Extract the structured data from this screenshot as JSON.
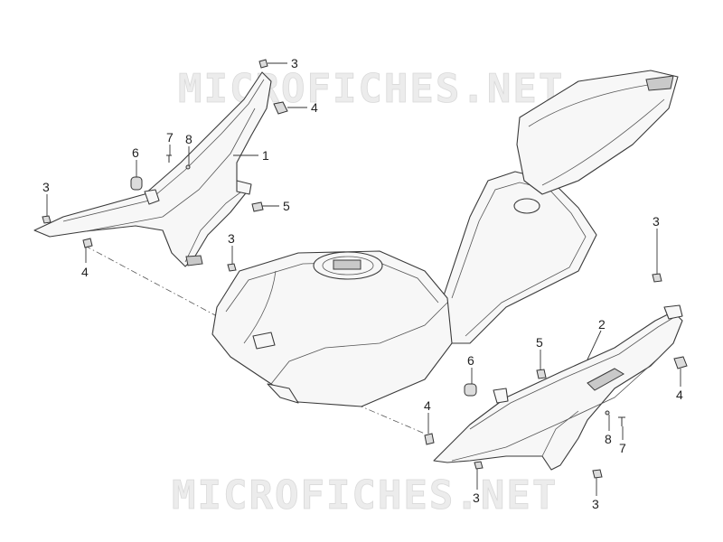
{
  "watermark": {
    "top": "MICROFICHES.NET",
    "bottom": "MICROFICHES.NET"
  },
  "callouts": [
    {
      "id": "c3a",
      "label": "3"
    },
    {
      "id": "c4a",
      "label": "4"
    },
    {
      "id": "c7a",
      "label": "7"
    },
    {
      "id": "c8a",
      "label": "8"
    },
    {
      "id": "c1",
      "label": "1"
    },
    {
      "id": "c6a",
      "label": "6"
    },
    {
      "id": "c3b",
      "label": "3"
    },
    {
      "id": "c5a",
      "label": "5"
    },
    {
      "id": "c3c",
      "label": "3"
    },
    {
      "id": "c4b",
      "label": "4"
    },
    {
      "id": "c3d",
      "label": "3"
    },
    {
      "id": "c2",
      "label": "2"
    },
    {
      "id": "c5b",
      "label": "5"
    },
    {
      "id": "c6b",
      "label": "6"
    },
    {
      "id": "c4c",
      "label": "4"
    },
    {
      "id": "c4d",
      "label": "4"
    },
    {
      "id": "c8b",
      "label": "8"
    },
    {
      "id": "c7b",
      "label": "7"
    },
    {
      "id": "c3e",
      "label": "3"
    },
    {
      "id": "c3f",
      "label": "3"
    }
  ]
}
